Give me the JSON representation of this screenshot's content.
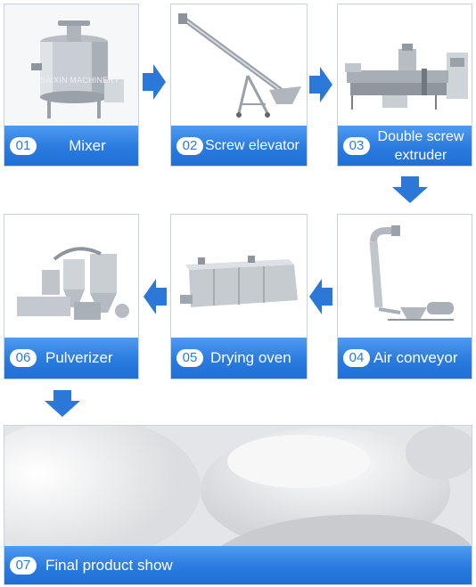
{
  "steps": [
    {
      "num": "01",
      "label": "Mixer",
      "watermark": "SAIXIN MACHINERY"
    },
    {
      "num": "02",
      "label": "Screw elevator"
    },
    {
      "num": "03",
      "label": "Double screw extruder"
    },
    {
      "num": "04",
      "label": "Air conveyor"
    },
    {
      "num": "05",
      "label": "Drying oven"
    },
    {
      "num": "06",
      "label": "Pulverizer"
    },
    {
      "num": "07",
      "label": "Final product show"
    }
  ],
  "colors": {
    "accent": "#2a7be0",
    "arrow": "#2c78d8"
  },
  "icons": [
    "arrow-right-icon",
    "arrow-down-icon",
    "arrow-left-icon"
  ]
}
